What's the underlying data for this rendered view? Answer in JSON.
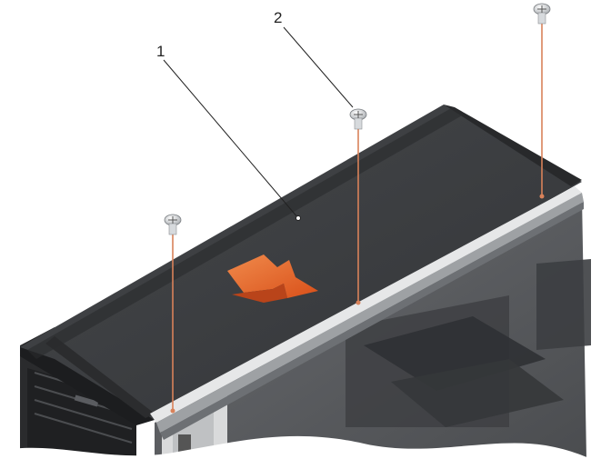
{
  "diagram": {
    "callouts": [
      {
        "id": "1",
        "label": "1"
      },
      {
        "id": "2",
        "label": "2"
      }
    ],
    "colors": {
      "cover_top": "#3b3d40",
      "cover_edge": "#242527",
      "chassis_dark": "#2e2f31",
      "side_panel": "#5a5c5f",
      "rail": "#c9cbcd",
      "screw_line": "#d9825a",
      "arrow": "#e8601c",
      "background": "#ffffff"
    },
    "icons": {
      "screw": "screw-icon",
      "slide_arrow": "slide-direction-arrow-icon"
    }
  }
}
